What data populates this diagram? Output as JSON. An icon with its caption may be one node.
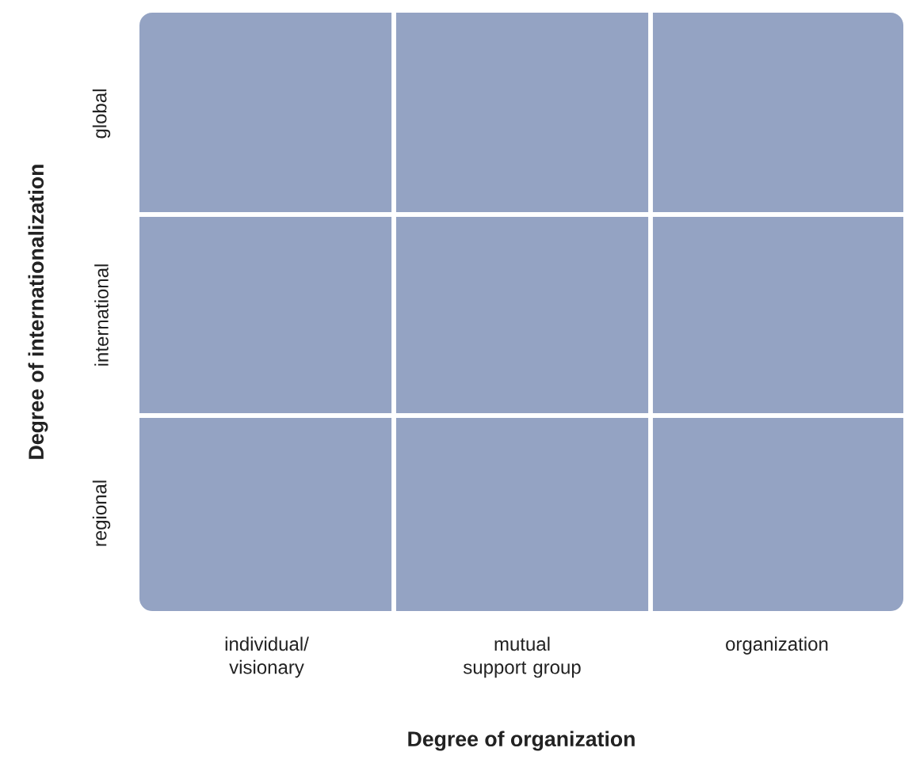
{
  "diagram": {
    "labels": [
      "Degree of internationalization",
      "global",
      "international",
      "regional",
      "individual/ visionary",
      "mutual support group",
      "organization",
      "Degree of organization"
    ]
  }
}
